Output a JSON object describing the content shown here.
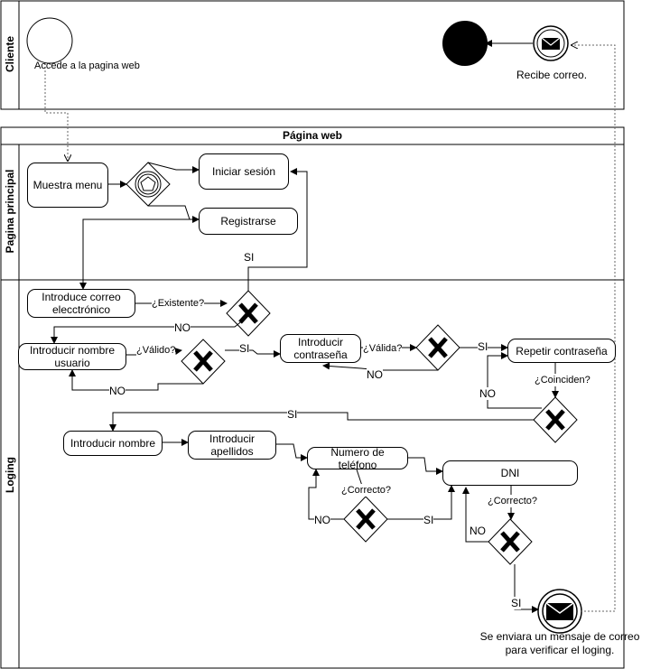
{
  "pools": {
    "cliente": "Cliente",
    "pagina_web": "Página web"
  },
  "lanes": {
    "principal": "Pagina principal",
    "loging": "Loging"
  },
  "events": {
    "start_label": "Accede a la pagina web",
    "receive_label": "Recibe correo.",
    "send_label_line1": "Se enviara un mensaje de correo",
    "send_label_line2": "para verificar el loging."
  },
  "tasks": {
    "muestra_menu": "Muestra menu",
    "iniciar_sesion": "Iniciar sesión",
    "registrarse": "Registrarse",
    "introduce_correo_1": "Introduce correo",
    "introduce_correo_2": "elecctrónico",
    "introducir_nombre_usuario_1": "Introducir nombre",
    "introducir_nombre_usuario_2": "usuario",
    "introducir_contrasena_1": "Introducir",
    "introducir_contrasena_2": "contraseña",
    "repetir_contrasena": "Repetir contraseña",
    "introducir_nombre": "Introducir nombre",
    "introducir_apellidos_1": "Introducir",
    "introducir_apellidos_2": "apellidos",
    "numero_telefono": "Numero de teléfono",
    "dni": "DNI"
  },
  "flow_labels": {
    "si": "SI",
    "no": "NO",
    "existente": "¿Existente?",
    "valido": "¿Válido?",
    "valida": "¿Válida?",
    "coinciden": "¿Coinciden?",
    "correcto": "¿Correcto?"
  }
}
